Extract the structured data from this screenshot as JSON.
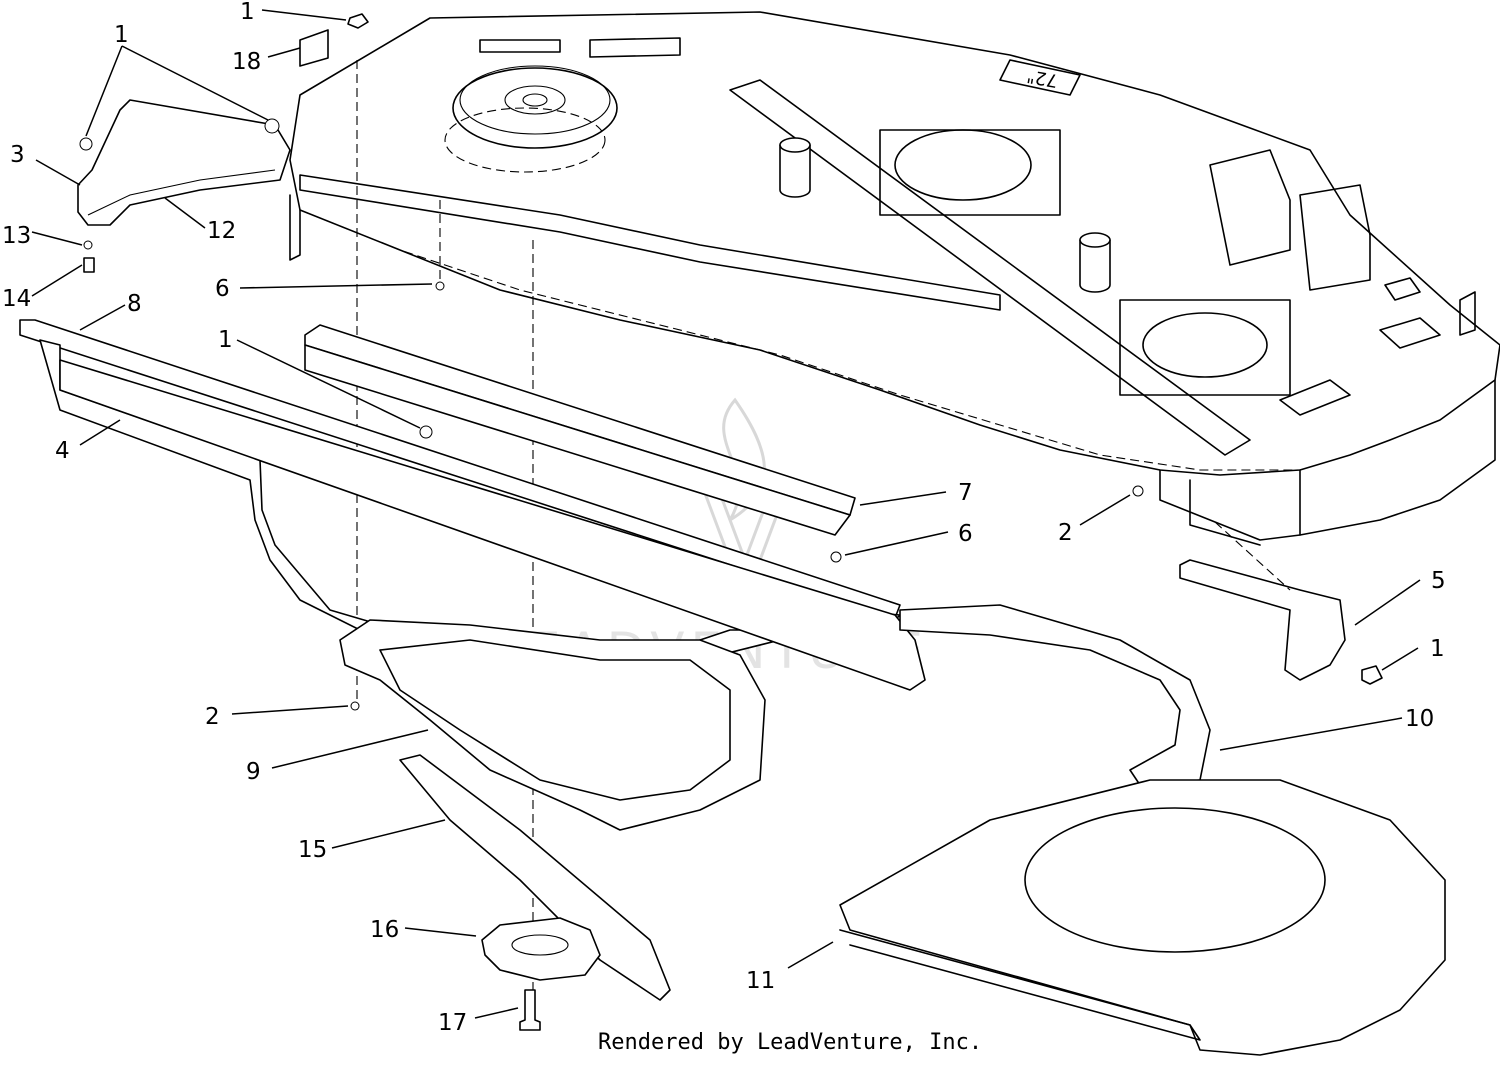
{
  "callouts": [
    {
      "id": "c1-top",
      "text": "1"
    },
    {
      "id": "c18",
      "text": "18"
    },
    {
      "id": "c1-left",
      "text": "1"
    },
    {
      "id": "c3",
      "text": "3"
    },
    {
      "id": "c12",
      "text": "12"
    },
    {
      "id": "c13",
      "text": "13"
    },
    {
      "id": "c14",
      "text": "14"
    },
    {
      "id": "c6-top",
      "text": "6"
    },
    {
      "id": "c8",
      "text": "8"
    },
    {
      "id": "c1-mid",
      "text": "1"
    },
    {
      "id": "c4",
      "text": "4"
    },
    {
      "id": "c7",
      "text": "7"
    },
    {
      "id": "c6-mid",
      "text": "6"
    },
    {
      "id": "c2-right",
      "text": "2"
    },
    {
      "id": "c5",
      "text": "5"
    },
    {
      "id": "c1-right",
      "text": "1"
    },
    {
      "id": "c10",
      "text": "10"
    },
    {
      "id": "c2-left",
      "text": "2"
    },
    {
      "id": "c9",
      "text": "9"
    },
    {
      "id": "c15",
      "text": "15"
    },
    {
      "id": "c16",
      "text": "16"
    },
    {
      "id": "c11",
      "text": "11"
    },
    {
      "id": "c17",
      "text": "17"
    }
  ],
  "deck_decal": "72\"",
  "watermark": "LEADVENTURE",
  "credit": "Rendered by LeadVenture, Inc."
}
